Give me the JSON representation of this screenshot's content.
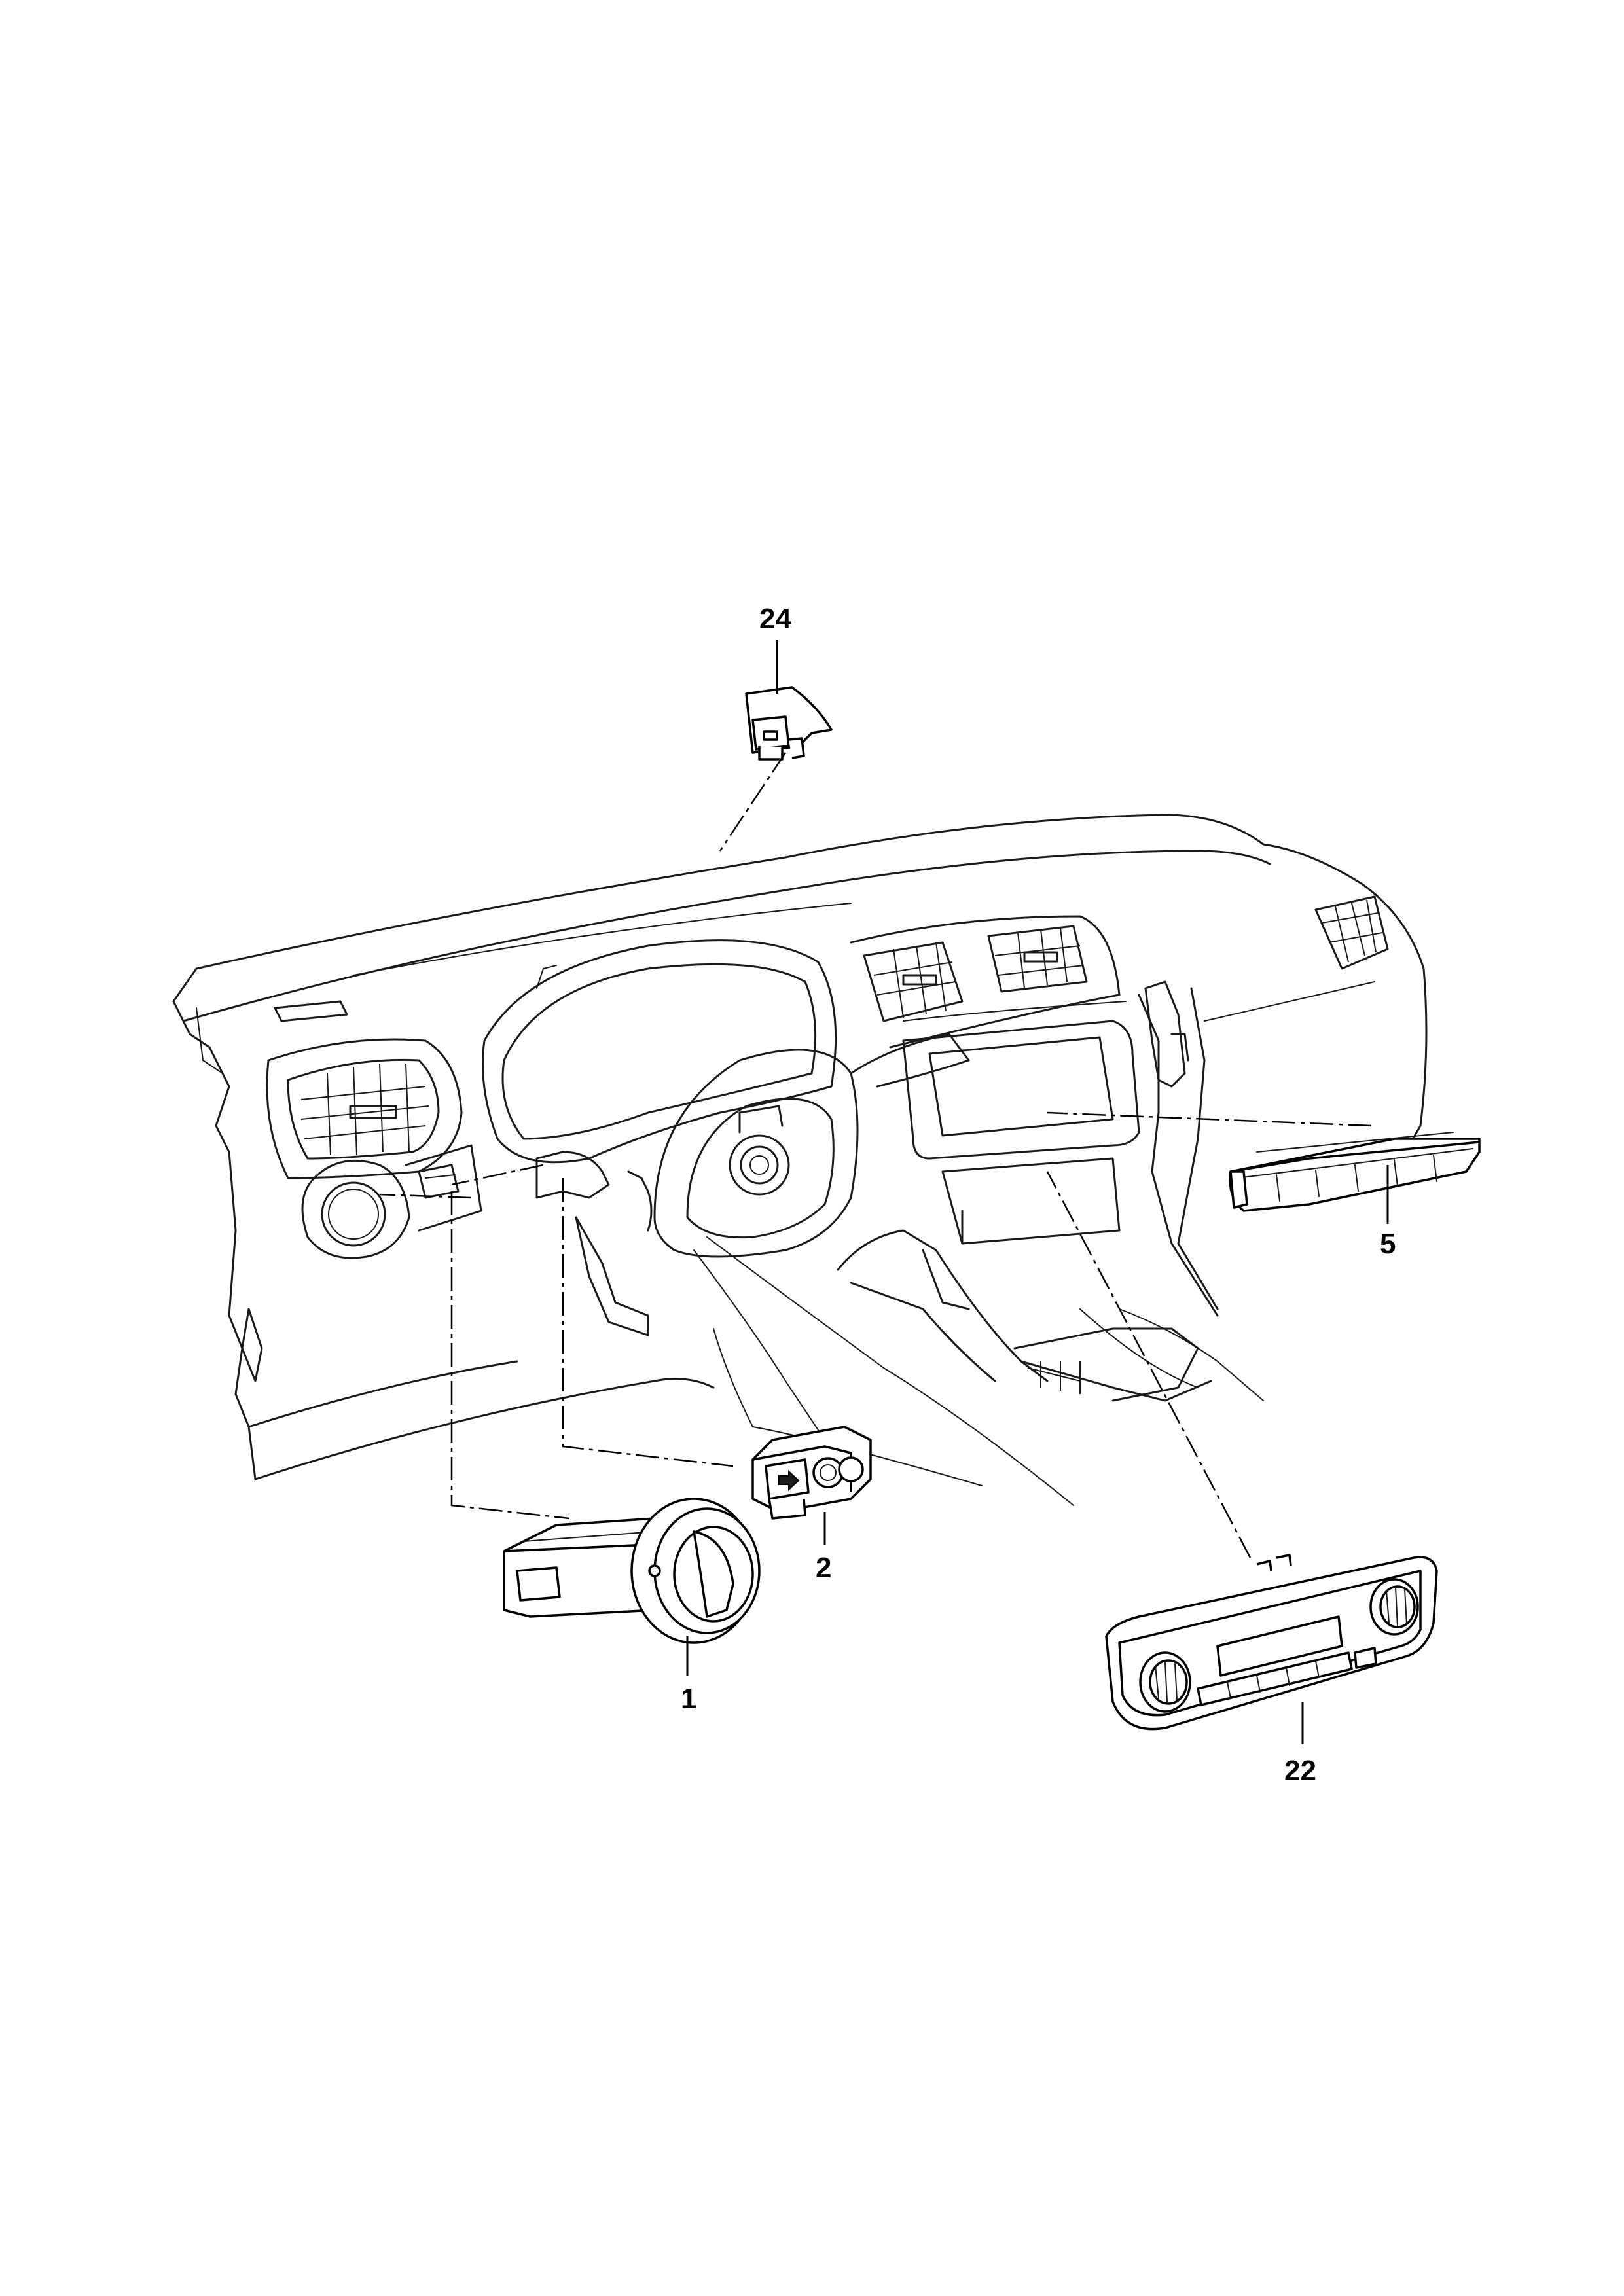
{
  "diagram": {
    "colors": {
      "line": "#1a1a1a",
      "background": "#ffffff"
    },
    "callouts": [
      {
        "id": "part-24",
        "label": "24"
      },
      {
        "id": "part-5",
        "label": "5"
      },
      {
        "id": "part-2",
        "label": "2"
      },
      {
        "id": "part-1",
        "label": "1"
      },
      {
        "id": "part-22",
        "label": "22"
      }
    ]
  }
}
